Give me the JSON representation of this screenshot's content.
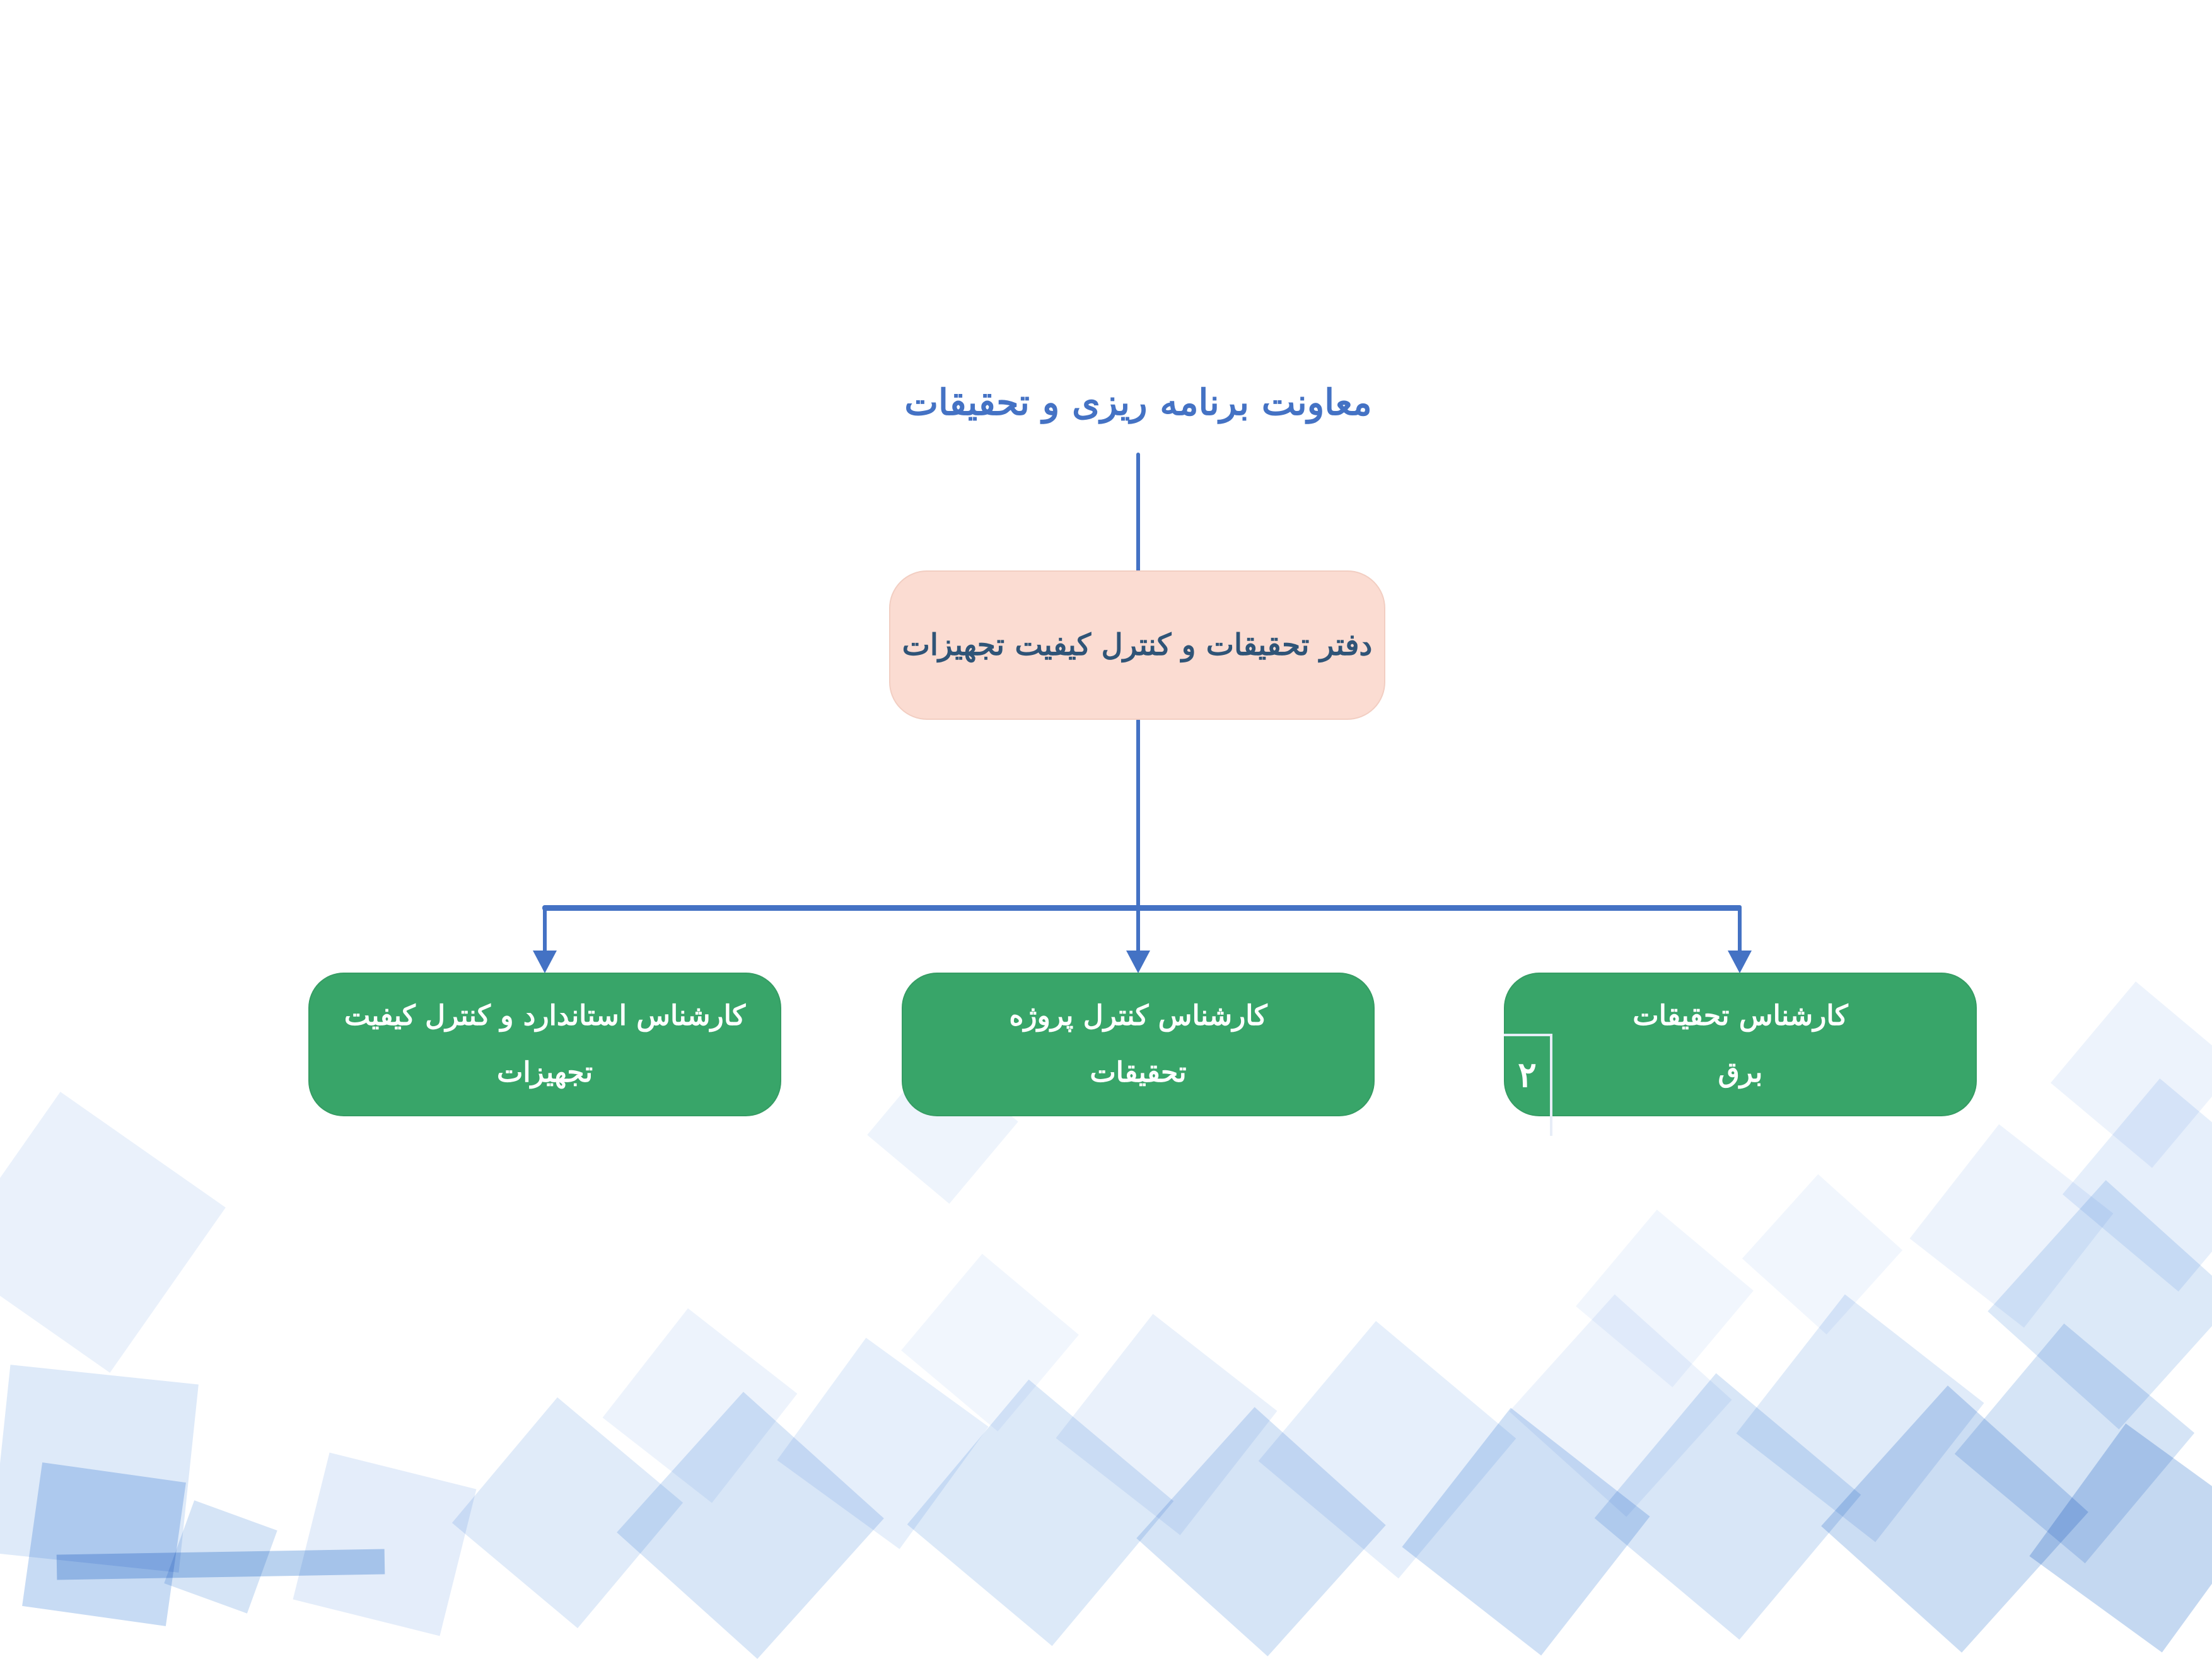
{
  "org_chart": {
    "title": {
      "label": "معاونت برنامه ریزی و تحقیقات",
      "text_color": "#4472C4"
    },
    "office": {
      "label": "دفتر تحقیقات و کنترل کیفیت تجهیزات",
      "fill": "#FBDCD2",
      "text_color": "#2F5477"
    },
    "positions": [
      {
        "id": "research-expert-electricity",
        "line1": "کارشناس تحقیقات",
        "line2": "برق",
        "count": "۲",
        "fill": "#38A569",
        "text_color": "#FFFFFF"
      },
      {
        "id": "project-control-expert-research",
        "line1": "کارشناس کنترل پروژه",
        "line2": "تحقیقات",
        "fill": "#38A569",
        "text_color": "#FFFFFF"
      },
      {
        "id": "standard-quality-control-expert",
        "line1": "کارشناس استاندارد و کنترل کیفیت",
        "line2": "تجهیزات",
        "fill": "#38A569",
        "text_color": "#FFFFFF"
      }
    ],
    "connector_color": "#4472C4",
    "badge_line_color": "#E7EDF7"
  }
}
